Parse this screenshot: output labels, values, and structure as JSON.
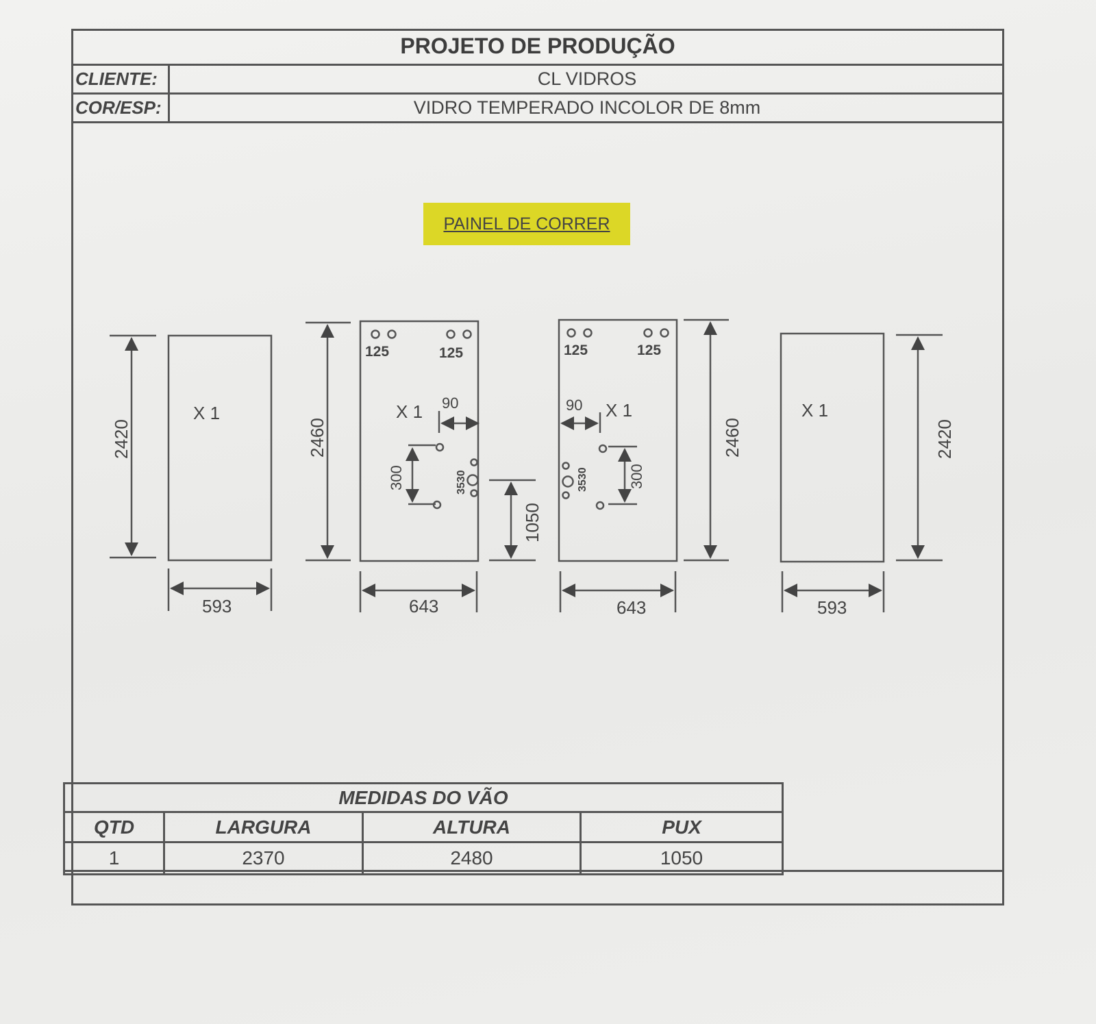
{
  "header": {
    "title": "PROJETO DE PRODUÇÃO",
    "client_label": "CLIENTE:",
    "client_value": "CL VIDROS",
    "color_label": "COR/ESP:",
    "color_value": "VIDRO TEMPERADO INCOLOR DE 8mm"
  },
  "panel_tag": "PAINEL DE CORRER",
  "pieces": [
    {
      "qty": "X 1",
      "height": "2420",
      "width": "593"
    },
    {
      "qty": "X 1",
      "height": "2460",
      "width": "643",
      "hole_left": "125",
      "hole_right": "125",
      "offset": "90",
      "spacing": "300",
      "hole_note": "3530",
      "pux": "1050"
    },
    {
      "qty": "X 1",
      "height": "2460",
      "width": "643",
      "hole_left": "125",
      "hole_right": "125",
      "offset": "90",
      "spacing": "300",
      "hole_note": "3530"
    },
    {
      "qty": "X 1",
      "height": "2420",
      "width": "593"
    }
  ],
  "measures": {
    "title": "MEDIDAS DO VÃO",
    "headers": [
      "QTD",
      "LARGURA",
      "ALTURA",
      "PUX"
    ],
    "row": [
      "1",
      "2370",
      "2480",
      "1050"
    ]
  },
  "colors": {
    "highlight": "#dcd726",
    "line": "#555555"
  }
}
